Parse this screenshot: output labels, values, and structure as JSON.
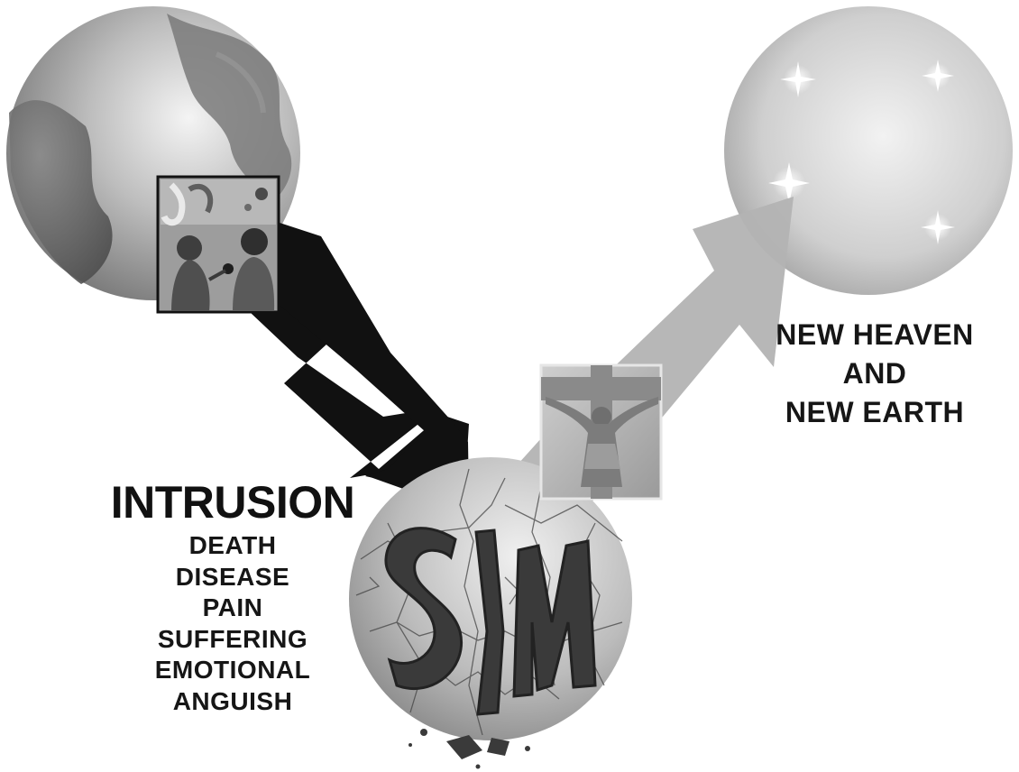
{
  "intrusion": {
    "title": "INTRUSION",
    "effects": [
      "DEATH",
      "DISEASE",
      "PAIN",
      "SUFFERING",
      "EMOTIONAL",
      "ANGUISH"
    ]
  },
  "destination": {
    "lines": [
      "NEW HEAVEN",
      "AND",
      "NEW EARTH"
    ]
  },
  "sin_globe": {
    "inscription": "SIN"
  },
  "colors": {
    "fall_arrow": "#111111",
    "redemption_arrow": "#b3b3b3",
    "text": "#161616"
  }
}
